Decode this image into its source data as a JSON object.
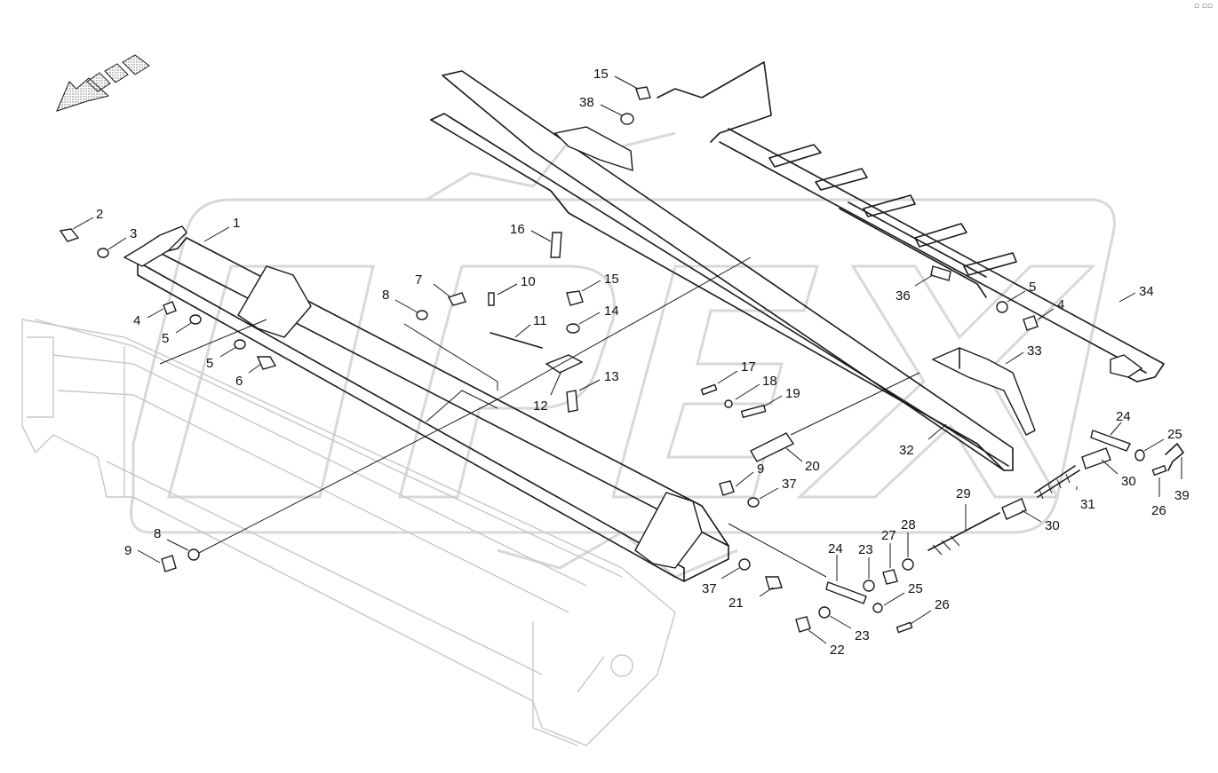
{
  "corner_mark": "▫ ▫▫",
  "callouts": [
    {
      "id": "c1",
      "text": "1"
    },
    {
      "id": "c2",
      "text": "2"
    },
    {
      "id": "c3",
      "text": "3"
    },
    {
      "id": "c4a",
      "text": "4"
    },
    {
      "id": "c5a",
      "text": "5"
    },
    {
      "id": "c5b",
      "text": "5"
    },
    {
      "id": "c6",
      "text": "6"
    },
    {
      "id": "c7",
      "text": "7"
    },
    {
      "id": "c8a",
      "text": "8"
    },
    {
      "id": "c8b",
      "text": "8"
    },
    {
      "id": "c9a",
      "text": "9"
    },
    {
      "id": "c9b",
      "text": "9"
    },
    {
      "id": "c10",
      "text": "10"
    },
    {
      "id": "c11",
      "text": "11"
    },
    {
      "id": "c12",
      "text": "12"
    },
    {
      "id": "c13",
      "text": "13"
    },
    {
      "id": "c14",
      "text": "14"
    },
    {
      "id": "c15a",
      "text": "15"
    },
    {
      "id": "c15b",
      "text": "15"
    },
    {
      "id": "c16",
      "text": "16"
    },
    {
      "id": "c17",
      "text": "17"
    },
    {
      "id": "c18",
      "text": "18"
    },
    {
      "id": "c19",
      "text": "19"
    },
    {
      "id": "c20",
      "text": "20"
    },
    {
      "id": "c21",
      "text": "21"
    },
    {
      "id": "c22",
      "text": "22"
    },
    {
      "id": "c23a",
      "text": "23"
    },
    {
      "id": "c23b",
      "text": "23"
    },
    {
      "id": "c24a",
      "text": "24"
    },
    {
      "id": "c24b",
      "text": "24"
    },
    {
      "id": "c25a",
      "text": "25"
    },
    {
      "id": "c25b",
      "text": "25"
    },
    {
      "id": "c26a",
      "text": "26"
    },
    {
      "id": "c26b",
      "text": "26"
    },
    {
      "id": "c27",
      "text": "27"
    },
    {
      "id": "c28",
      "text": "28"
    },
    {
      "id": "c29",
      "text": "29"
    },
    {
      "id": "c30a",
      "text": "30"
    },
    {
      "id": "c30b",
      "text": "30"
    },
    {
      "id": "c31",
      "text": "31"
    },
    {
      "id": "c32",
      "text": "32"
    },
    {
      "id": "c33",
      "text": "33"
    },
    {
      "id": "c34",
      "text": "34"
    },
    {
      "id": "c36",
      "text": "36"
    },
    {
      "id": "c37a",
      "text": "37"
    },
    {
      "id": "c37b",
      "text": "37"
    },
    {
      "id": "c38",
      "text": "38"
    },
    {
      "id": "c39",
      "text": "39"
    },
    {
      "id": "c4b",
      "text": "4"
    },
    {
      "id": "c5c",
      "text": "5"
    }
  ]
}
